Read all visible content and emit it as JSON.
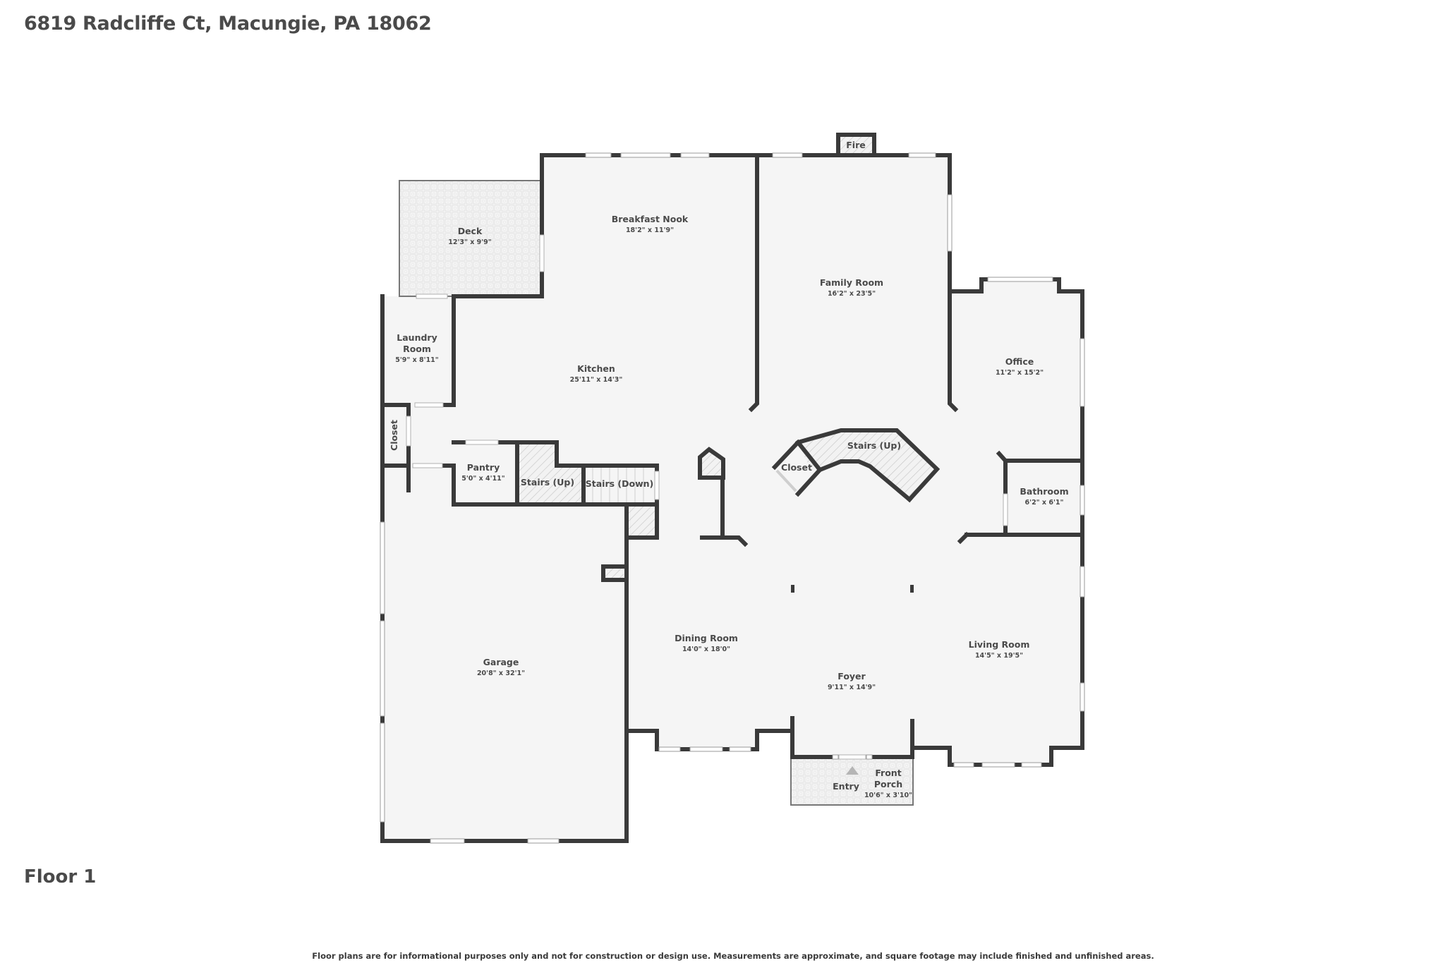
{
  "header": {
    "address": "6819 Radcliffe Ct, Macungie, PA 18062"
  },
  "floor": {
    "label": "Floor 1"
  },
  "footer": {
    "disclaimer": "Floor plans are for informational purposes only and not for construction or design use. Measurements are approximate, and square footage may include finished and unfinished areas."
  },
  "colors": {
    "wall": "#3a3a3a",
    "floor": "#f5f5f5",
    "background": "#ffffff",
    "text": "#4a4a4a",
    "hatch": "#bdbdbd"
  },
  "rooms": {
    "deck": {
      "name": "Deck",
      "dims": "12'3\" x 9'9\""
    },
    "breakfast_nook": {
      "name": "Breakfast Nook",
      "dims": "18'2\" x 11'9\""
    },
    "family_room": {
      "name": "Family Room",
      "dims": "16'2\" x 23'5\""
    },
    "fire": {
      "name": "Fire"
    },
    "office": {
      "name": "Office",
      "dims": "11'2\" x 15'2\""
    },
    "laundry": {
      "name_line1": "Laundry",
      "name_line2": "Room",
      "dims": "5'9\" x 8'11\""
    },
    "kitchen": {
      "name": "Kitchen",
      "dims": "25'11\" x 14'3\""
    },
    "closet_left": {
      "name": "Closet"
    },
    "pantry": {
      "name": "Pantry",
      "dims": "5'0\" x 4'11\""
    },
    "stairs_up_left": {
      "name": "Stairs (Up)"
    },
    "stairs_down": {
      "name": "Stairs (Down)"
    },
    "closet_center": {
      "name": "Closet"
    },
    "stairs_up_center": {
      "name": "Stairs (Up)"
    },
    "bathroom": {
      "name": "Bathroom",
      "dims": "6'2\" x 6'1\""
    },
    "garage": {
      "name": "Garage",
      "dims": "20'8\" x 32'1\""
    },
    "dining_room": {
      "name": "Dining Room",
      "dims": "14'0\" x 18'0\""
    },
    "foyer": {
      "name": "Foyer",
      "dims": "9'11\" x 14'9\""
    },
    "living_room": {
      "name": "Living Room",
      "dims": "14'5\" x 19'5\""
    },
    "front_porch": {
      "name_line1": "Front",
      "name_line2": "Porch",
      "dims": "10'6\" x 3'10\""
    },
    "entry": {
      "name": "Entry"
    }
  }
}
